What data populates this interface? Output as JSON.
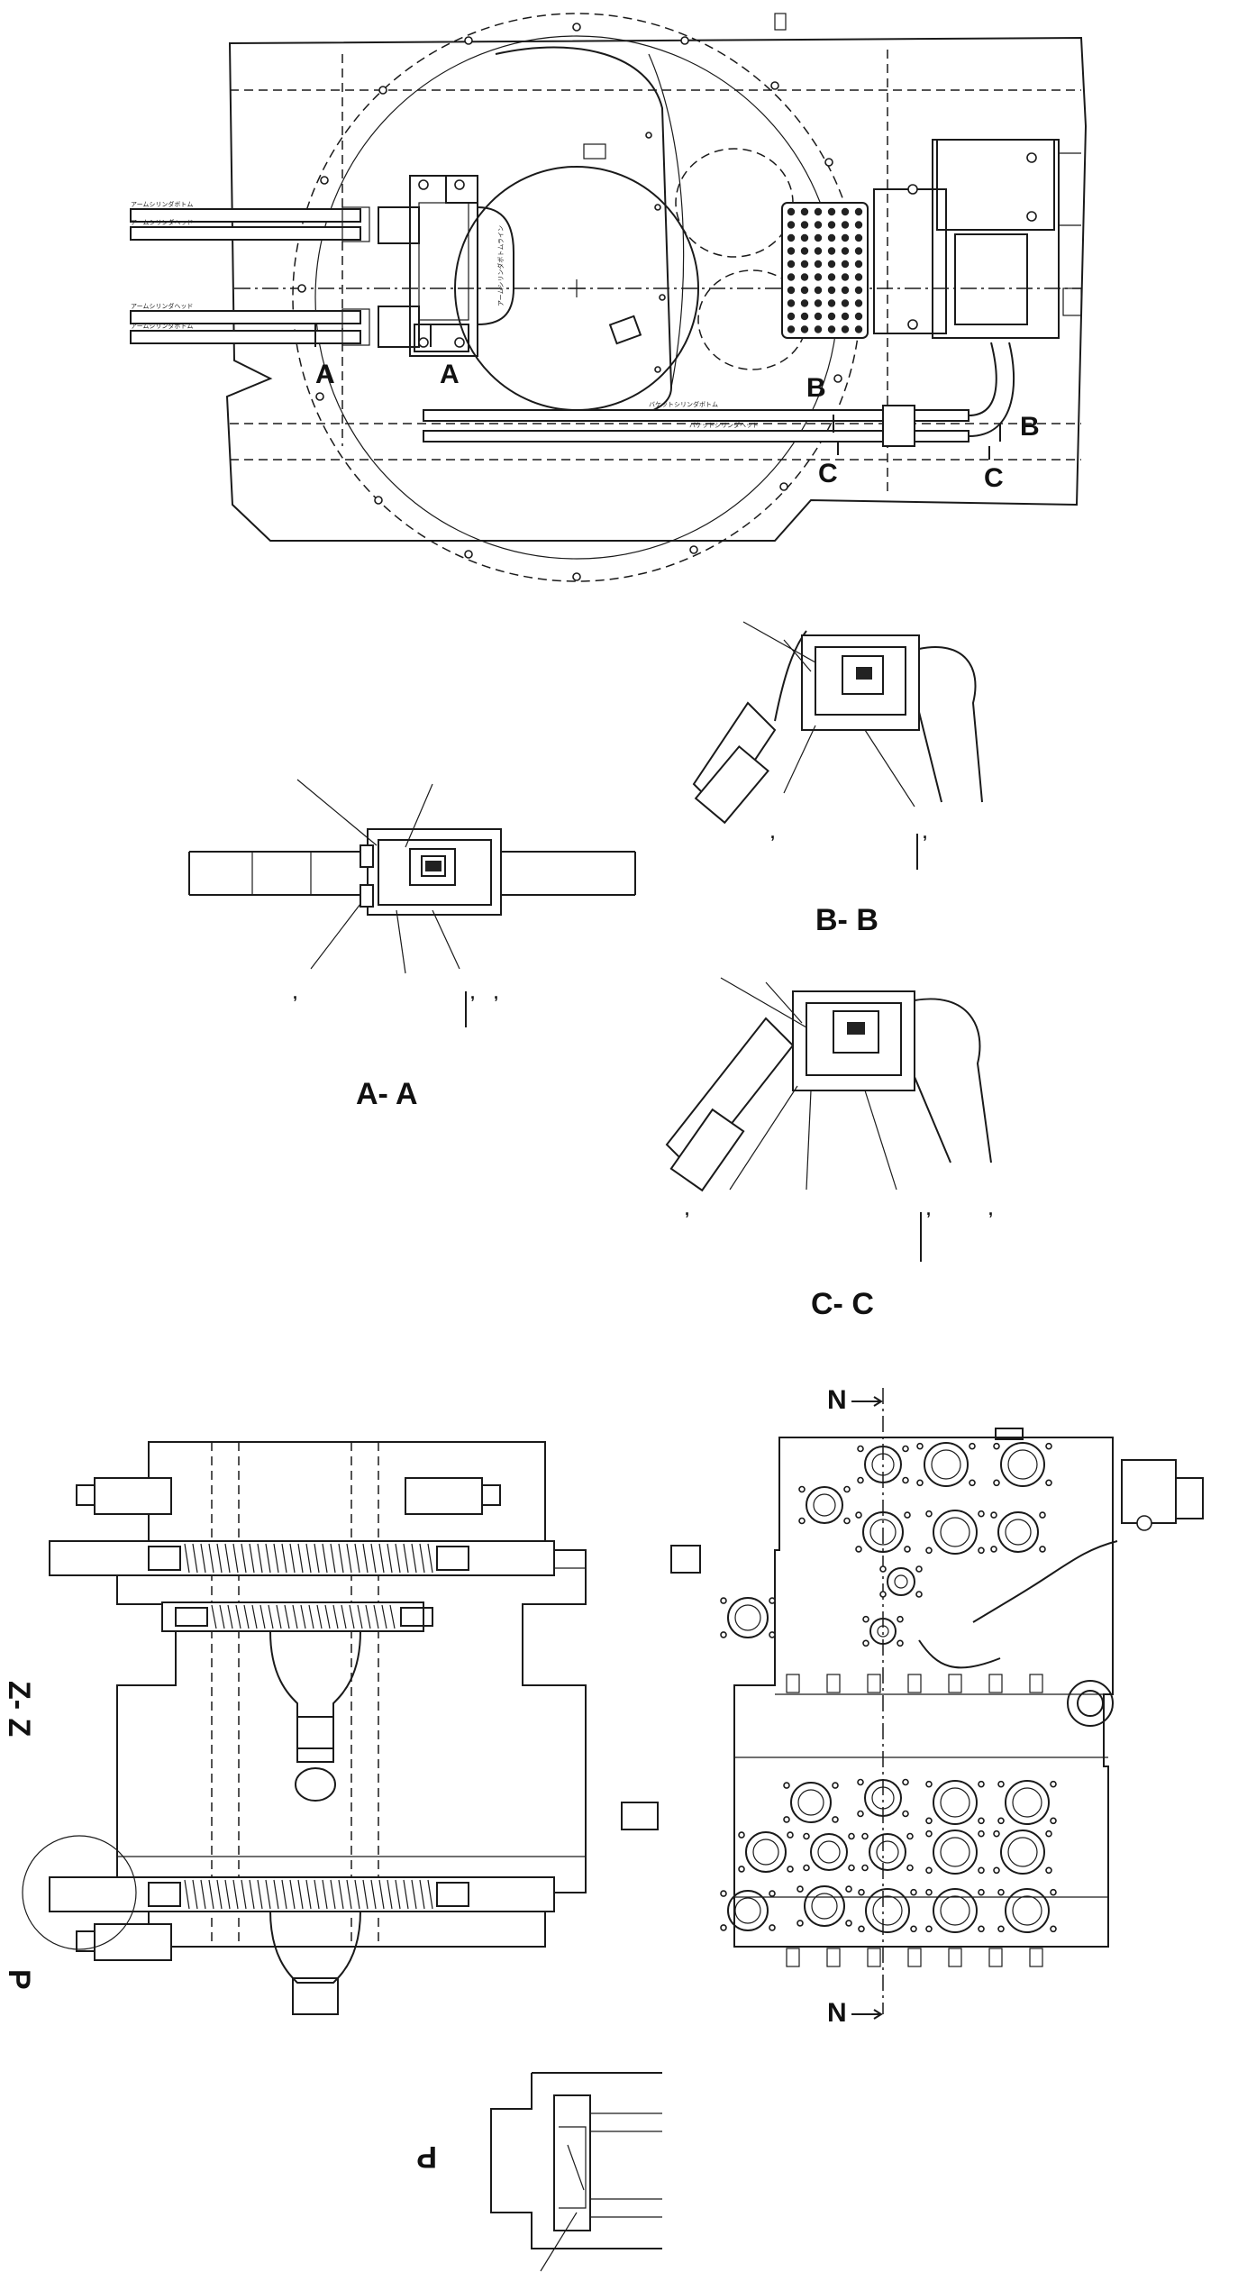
{
  "labels": {
    "top_a_left": "A",
    "top_a_right": "A",
    "top_b_left": "B",
    "top_b_right": "B",
    "top_c_left": "C",
    "top_c_right": "C",
    "section_aa": "A- A",
    "section_bb": "B- B",
    "section_cc": "C- C",
    "section_zz": "Z- Z",
    "detail_p": "P",
    "detail_p_caption": "P",
    "n_top": "N",
    "n_bottom": "N"
  },
  "hose_labels": [
    "アームシリンダボトム",
    "アームシリンダヘッド",
    "アームシリンダヘッド",
    "アームシリンダボトム"
  ],
  "pipe_labels": {
    "upper": "バケットシリンダボトム",
    "lower": "バケットシリンダヘッド",
    "vertical": "アームシリンダボトムライン"
  }
}
